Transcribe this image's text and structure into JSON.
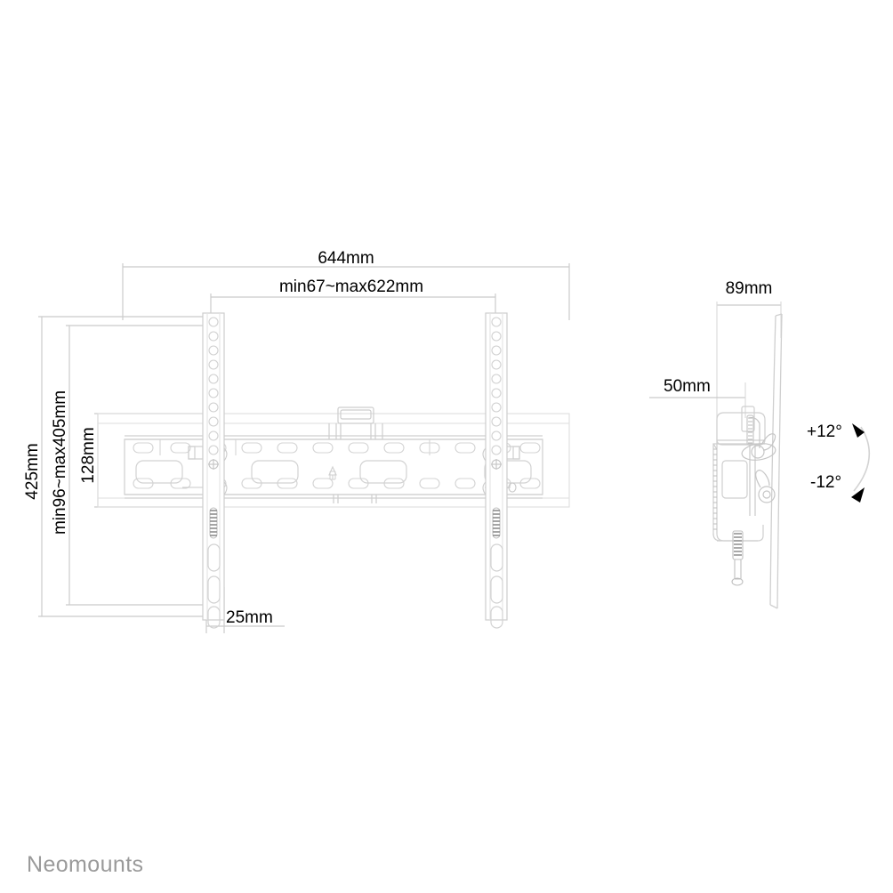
{
  "page": {
    "background_color": "#ffffff",
    "line_color": "#cfcfcf",
    "dim_line_color": "#c8c8c8",
    "text_color": "#000000",
    "brand_color": "#9a9a9a"
  },
  "brand": {
    "name": "Neomounts"
  },
  "front_view": {
    "dimensions": {
      "overall_width": "644mm",
      "mount_width_range": "min67~max622mm",
      "overall_height": "425mm",
      "height_range": "min96~max405mm",
      "bar_height": "128mm",
      "depth_offset": "25mm"
    }
  },
  "side_view": {
    "dimensions": {
      "depth": "89mm",
      "wall_offset": "50mm"
    },
    "tilt": {
      "up": "+12°",
      "down": "-12°"
    }
  }
}
